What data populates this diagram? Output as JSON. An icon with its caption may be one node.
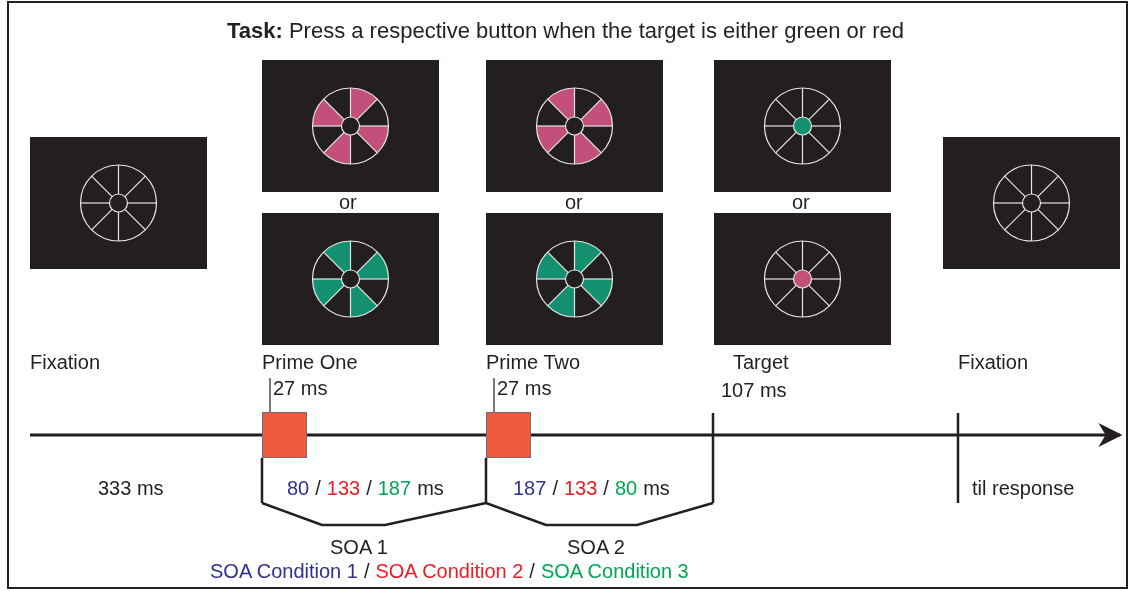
{
  "diagram": {
    "title": "**Task:** Press a respective button when the target is either green or red",
    "nodes": [
      {
        "text": [
          "27 ms"
        ]
      },
      {
        "text": [],
        "shape": "box"
      },
      {
        "text": [
          "27 ms"
        ]
      },
      {
        "text": [],
        "shape": "box"
      }
    ],
    "edges": [
      {
        "from": 0,
        "to": 1,
        "arrow": "none"
      },
      {
        "from": 2,
        "to": 3,
        "arrow": "none"
      }
    ],
    "labels": [
      "or",
      "or",
      "or",
      "Fixation",
      "Prime One",
      "Prime Two",
      "Target",
      "107 ms",
      "Fixation",
      "333 ms",
      "80",
      "/",
      "133",
      "/",
      "187",
      "ms",
      "187",
      "/",
      "133",
      "/",
      "80",
      "ms",
      "til response",
      "SOA 1",
      "SOA 2",
      "/",
      "/"
    ],
    "legend": [
      {
        "text": "SOA Condition 1",
        "color": "#2e3192"
      },
      {
        "text": "SOA Condition 2",
        "color": "#ed1c24"
      },
      {
        "text": "SOA Condition 3",
        "color": "#00a651"
      }
    ]
  }
}
